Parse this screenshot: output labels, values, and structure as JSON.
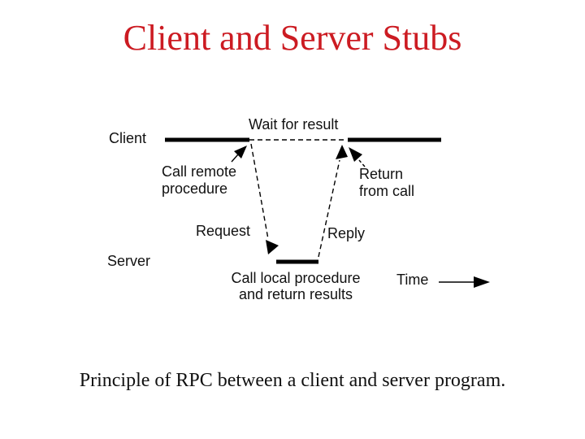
{
  "slide": {
    "title": "Client and Server Stubs",
    "caption": "Principle of RPC between a client and server program.",
    "colors": {
      "title": "#cc1b22",
      "text": "#111111",
      "background": "#ffffff",
      "diagram_lines": "#000000"
    }
  },
  "diagram": {
    "labels": {
      "client": "Client",
      "server": "Server",
      "wait_for_result": "Wait for result",
      "call_remote": [
        "Call remote",
        "procedure"
      ],
      "return_from_call": [
        "Return",
        "from call"
      ],
      "request": "Request",
      "reply": "Reply",
      "call_local": [
        "Call local procedure",
        "and return results"
      ],
      "time": "Time"
    }
  }
}
